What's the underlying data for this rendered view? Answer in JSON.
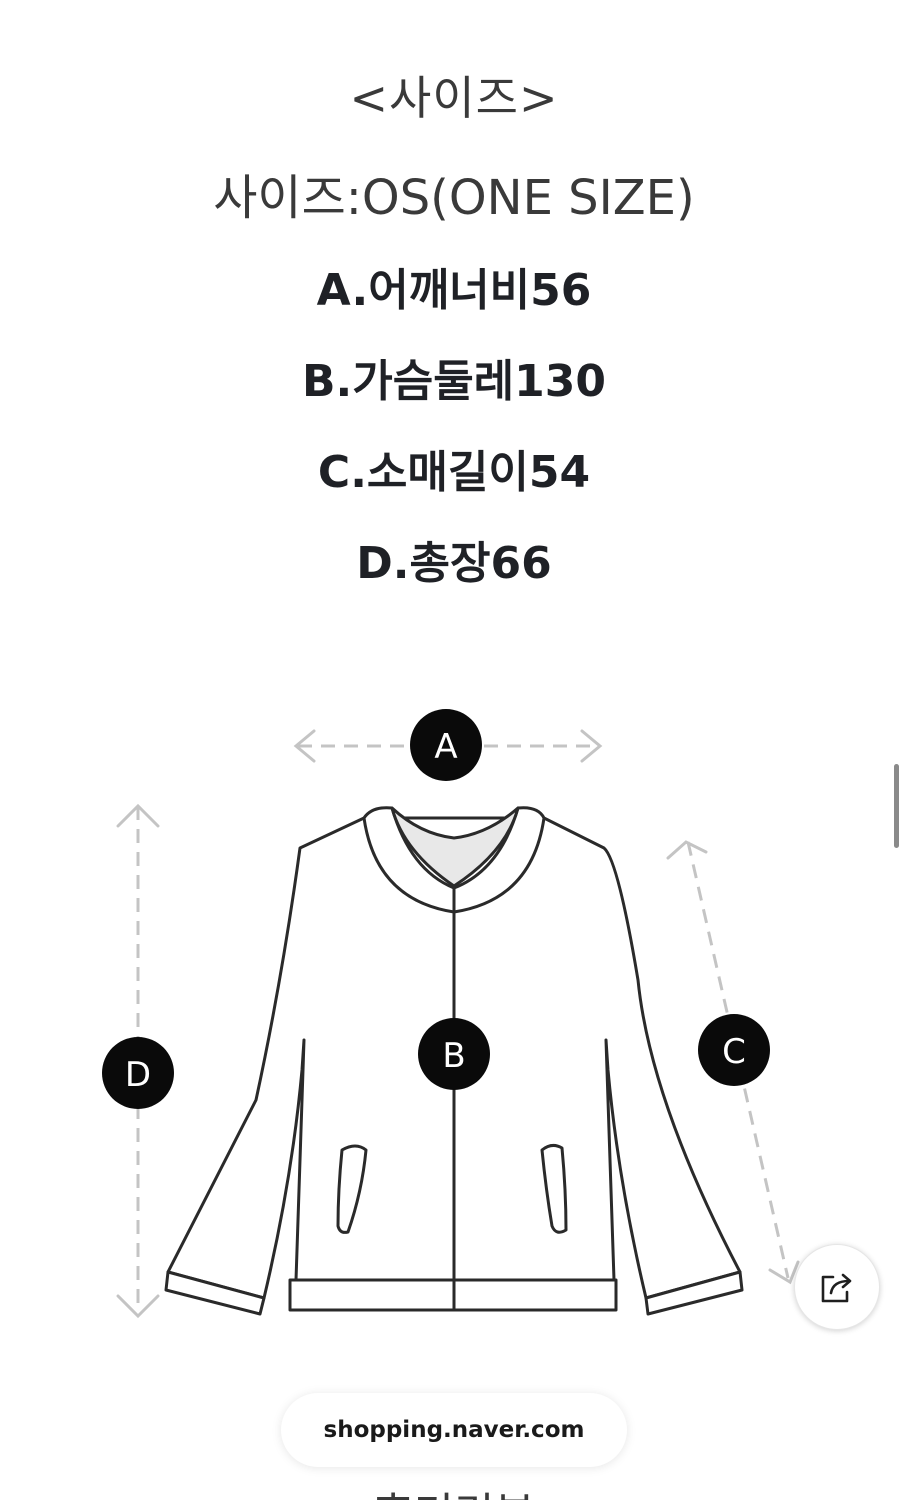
{
  "size_header": {
    "title": "<사이즈>",
    "size_line": "사이즈:OS(ONE SIZE)"
  },
  "measurements": [
    {
      "text": "A.어깨너비56"
    },
    {
      "text": "B.가슴둘레130"
    },
    {
      "text": "C.소매길이54"
    },
    {
      "text": "D.총장66"
    }
  ],
  "diagram": {
    "labels": {
      "a": "A",
      "b": "B",
      "c": "C",
      "d": "D"
    }
  },
  "browser": {
    "url": "shopping.naver.com",
    "share_icon": "share-icon"
  },
  "partial_text": "후기리뷰"
}
